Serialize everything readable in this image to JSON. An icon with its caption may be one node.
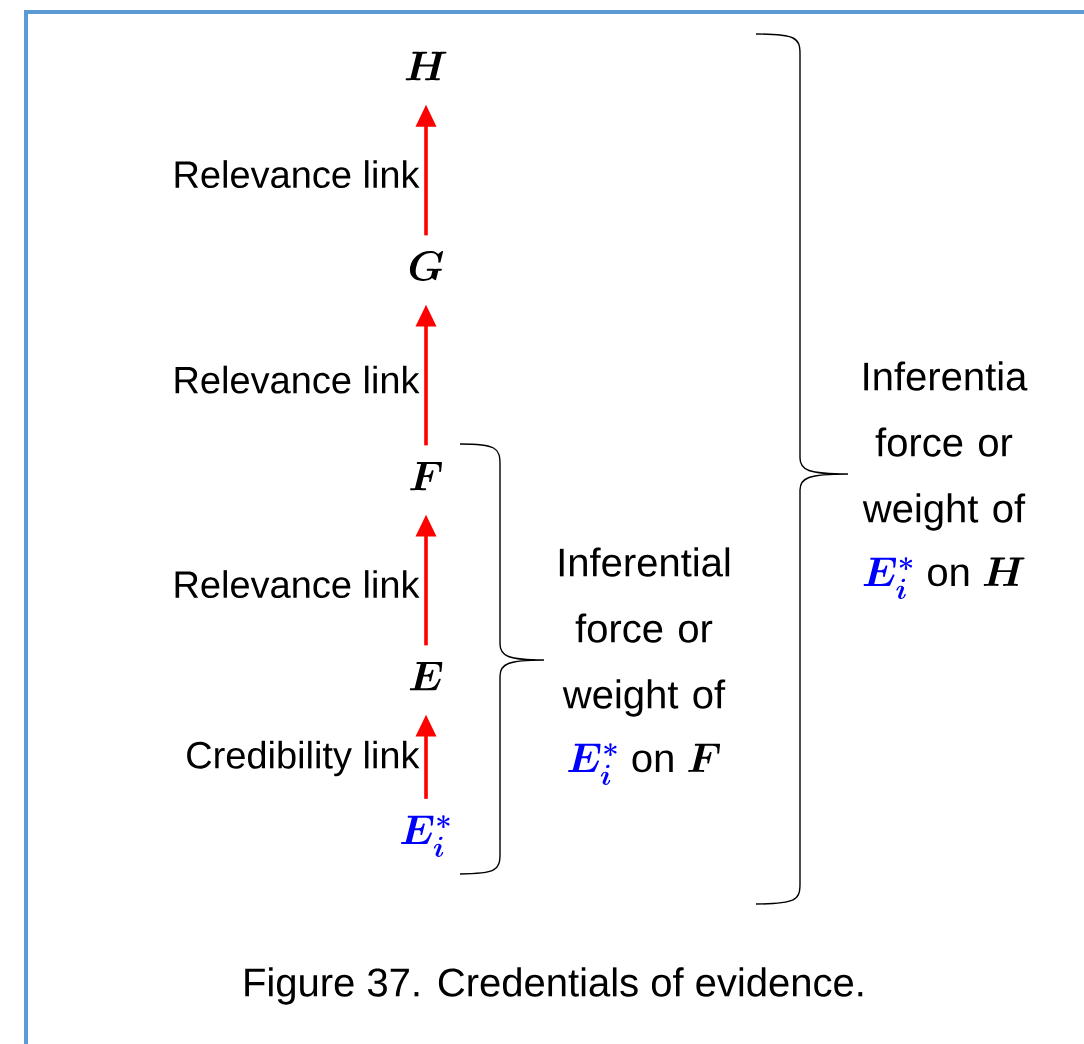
{
  "diagram": {
    "caption": "Figure 37. Credentials of evidence.",
    "nodes": [
      {
        "text": [
          "H"
        ]
      },
      {
        "text": [
          "G"
        ]
      },
      {
        "text": [
          "F"
        ]
      },
      {
        "text": [
          "E"
        ]
      },
      {
        "text": [
          "E_i^*"
        ]
      }
    ],
    "edges": [
      {
        "from": 1,
        "to": 0,
        "arrow": "to",
        "label": "Relevance link"
      },
      {
        "from": 2,
        "to": 1,
        "arrow": "to",
        "label": "Relevance link"
      },
      {
        "from": 3,
        "to": 2,
        "arrow": "to",
        "label": "Relevance link"
      },
      {
        "from": 4,
        "to": 3,
        "arrow": "to",
        "label": "Credibility link"
      }
    ],
    "labels": [
      "Inferentia force or weight of",
      "E_i^*",
      "on",
      "H",
      "Inferential force or weight of",
      "E_i^*",
      "on",
      "F"
    ]
  }
}
